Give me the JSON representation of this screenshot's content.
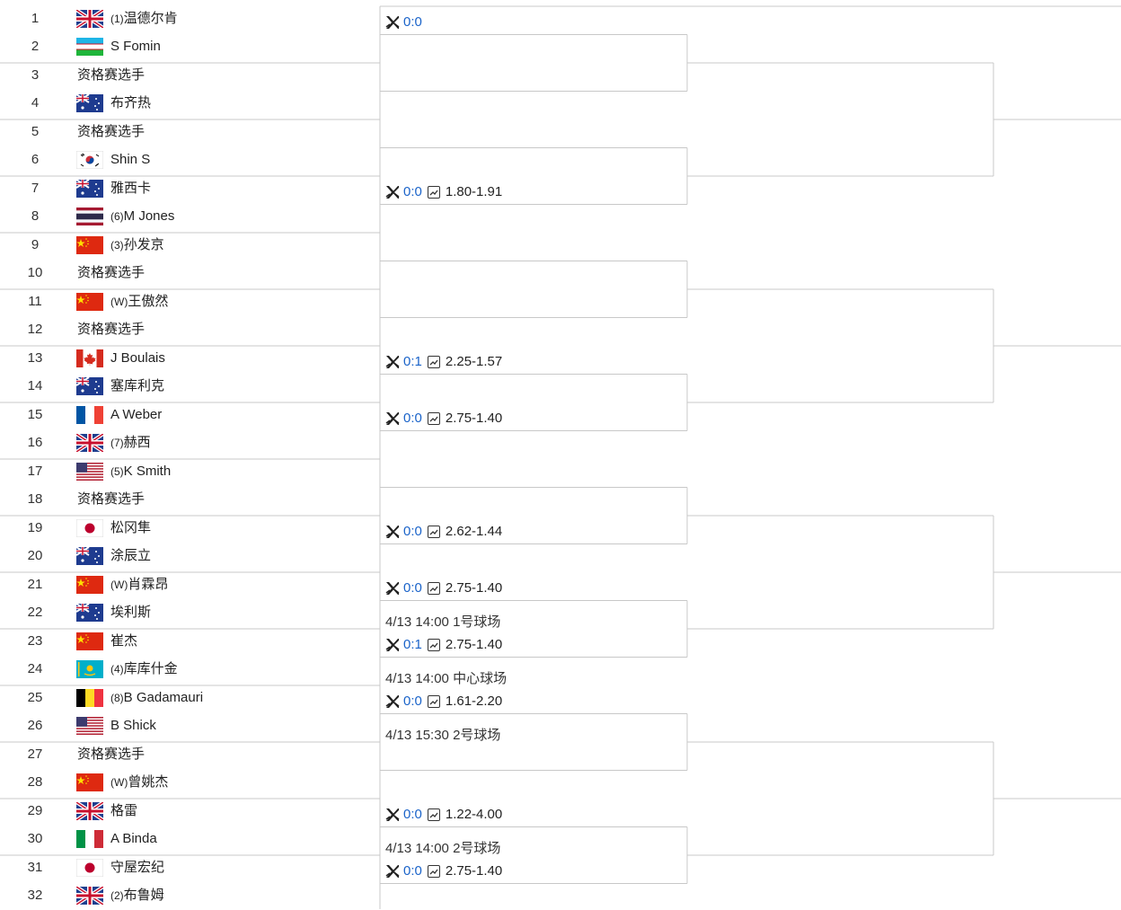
{
  "flags": {
    "gb": "gb-flag-icon",
    "uz": "uz-flag-icon",
    "au": "au-flag-icon",
    "kr": "kr-flag-icon",
    "th": "th-flag-icon",
    "cn": "cn-flag-icon",
    "ca": "ca-flag-icon",
    "fr": "fr-flag-icon",
    "us": "us-flag-icon",
    "jp": "jp-flag-icon",
    "kz": "kz-flag-icon",
    "be": "be-flag-icon",
    "it": "it-flag-icon"
  },
  "players": [
    {
      "num": "1",
      "seed": "(1)",
      "name": "温德尔肯",
      "flag": "gb"
    },
    {
      "num": "2",
      "seed": "",
      "name": "S Fomin",
      "flag": "uz"
    },
    {
      "num": "3",
      "seed": "",
      "name": "资格赛选手",
      "flag": ""
    },
    {
      "num": "4",
      "seed": "",
      "name": "布齐热",
      "flag": "au"
    },
    {
      "num": "5",
      "seed": "",
      "name": "资格赛选手",
      "flag": ""
    },
    {
      "num": "6",
      "seed": "",
      "name": "Shin S",
      "flag": "kr"
    },
    {
      "num": "7",
      "seed": "",
      "name": "雅西卡",
      "flag": "au"
    },
    {
      "num": "8",
      "seed": "(6)",
      "name": "M Jones",
      "flag": "th"
    },
    {
      "num": "9",
      "seed": "(3)",
      "name": "孙发京",
      "flag": "cn"
    },
    {
      "num": "10",
      "seed": "",
      "name": "资格赛选手",
      "flag": ""
    },
    {
      "num": "11",
      "seed": "(W)",
      "name": "王傲然",
      "flag": "cn"
    },
    {
      "num": "12",
      "seed": "",
      "name": "资格赛选手",
      "flag": ""
    },
    {
      "num": "13",
      "seed": "",
      "name": "J Boulais",
      "flag": "ca"
    },
    {
      "num": "14",
      "seed": "",
      "name": "塞库利克",
      "flag": "au"
    },
    {
      "num": "15",
      "seed": "",
      "name": "A Weber",
      "flag": "fr"
    },
    {
      "num": "16",
      "seed": "(7)",
      "name": "赫西",
      "flag": "gb"
    },
    {
      "num": "17",
      "seed": "(5)",
      "name": "K Smith",
      "flag": "us"
    },
    {
      "num": "18",
      "seed": "",
      "name": "资格赛选手",
      "flag": ""
    },
    {
      "num": "19",
      "seed": "",
      "name": "松冈隼",
      "flag": "jp"
    },
    {
      "num": "20",
      "seed": "",
      "name": "涂辰立",
      "flag": "au"
    },
    {
      "num": "21",
      "seed": "(W)",
      "name": "肖霖昂",
      "flag": "cn"
    },
    {
      "num": "22",
      "seed": "",
      "name": "埃利斯",
      "flag": "au"
    },
    {
      "num": "23",
      "seed": "",
      "name": "崔杰",
      "flag": "cn"
    },
    {
      "num": "24",
      "seed": "(4)",
      "name": "库库什金",
      "flag": "kz"
    },
    {
      "num": "25",
      "seed": "(8)",
      "name": "B Gadamauri",
      "flag": "be"
    },
    {
      "num": "26",
      "seed": "",
      "name": "B Shick",
      "flag": "us"
    },
    {
      "num": "27",
      "seed": "",
      "name": "资格赛选手",
      "flag": ""
    },
    {
      "num": "28",
      "seed": "(W)",
      "name": "曾姚杰",
      "flag": "cn"
    },
    {
      "num": "29",
      "seed": "",
      "name": "格雷",
      "flag": "gb"
    },
    {
      "num": "30",
      "seed": "",
      "name": "A Binda",
      "flag": "it"
    },
    {
      "num": "31",
      "seed": "",
      "name": "守屋宏纪",
      "flag": "jp"
    },
    {
      "num": "32",
      "seed": "(2)",
      "name": "布鲁姆",
      "flag": "gb"
    }
  ],
  "matches": [
    {
      "slot": 0,
      "h2h": "0:0",
      "odds": "",
      "schedule": ""
    },
    {
      "slot": 3,
      "h2h": "0:0",
      "odds": "1.80-1.91",
      "schedule": ""
    },
    {
      "slot": 6,
      "h2h": "0:1",
      "odds": "2.25-1.57",
      "schedule": ""
    },
    {
      "slot": 7,
      "h2h": "0:0",
      "odds": "2.75-1.40",
      "schedule": ""
    },
    {
      "slot": 9,
      "h2h": "0:0",
      "odds": "2.62-1.44",
      "schedule": ""
    },
    {
      "slot": 10,
      "h2h": "0:0",
      "odds": "2.75-1.40",
      "schedule": "4/13 14:00 1号球场"
    },
    {
      "slot": 11,
      "h2h": "0:1",
      "odds": "2.75-1.40",
      "schedule": "4/13 14:00 中心球场"
    },
    {
      "slot": 12,
      "h2h": "0:0",
      "odds": "1.61-2.20",
      "schedule": "4/13 15:30 2号球场"
    },
    {
      "slot": 14,
      "h2h": "0:0",
      "odds": "1.22-4.00",
      "schedule": "4/13 14:00 2号球场"
    },
    {
      "slot": 15,
      "h2h": "0:0",
      "odds": "2.75-1.40",
      "schedule": ""
    }
  ],
  "icons": {
    "h2h": "versus-icon",
    "odds": "odds-chart-icon"
  },
  "colors": {
    "line": "#c8c8c8",
    "link": "#1a63c9"
  }
}
